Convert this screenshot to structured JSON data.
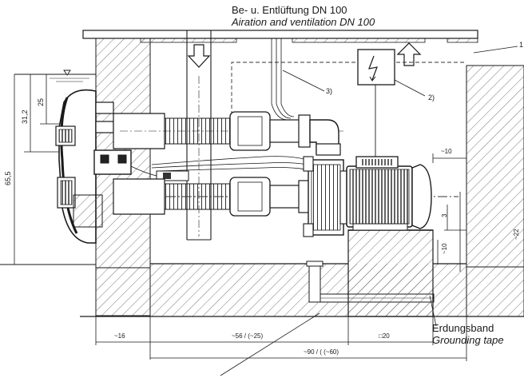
{
  "title": {
    "de": "Be- u. Entlüftung DN 100",
    "en": "Airation and ventilation DN 100"
  },
  "callouts": {
    "c1": "1",
    "c2": "2)",
    "c3": "3)"
  },
  "grounding": {
    "de": "Erdungsband",
    "en": "Grounding tape"
  },
  "dimensions": {
    "d65_5": "65,5",
    "d31_2": "31,2",
    "d25": "25",
    "d10_top": "~10",
    "d3": "3",
    "d10_bottom": "~10",
    "d22": "~22",
    "d16": "~16",
    "d56": "~56 / (~25)",
    "d20": "□20",
    "d90": "~90 / ( (~60)"
  },
  "colors": {
    "line": "#1a1a1a",
    "dash": "#333333",
    "hatch": "#444444",
    "background": "#ffffff"
  }
}
